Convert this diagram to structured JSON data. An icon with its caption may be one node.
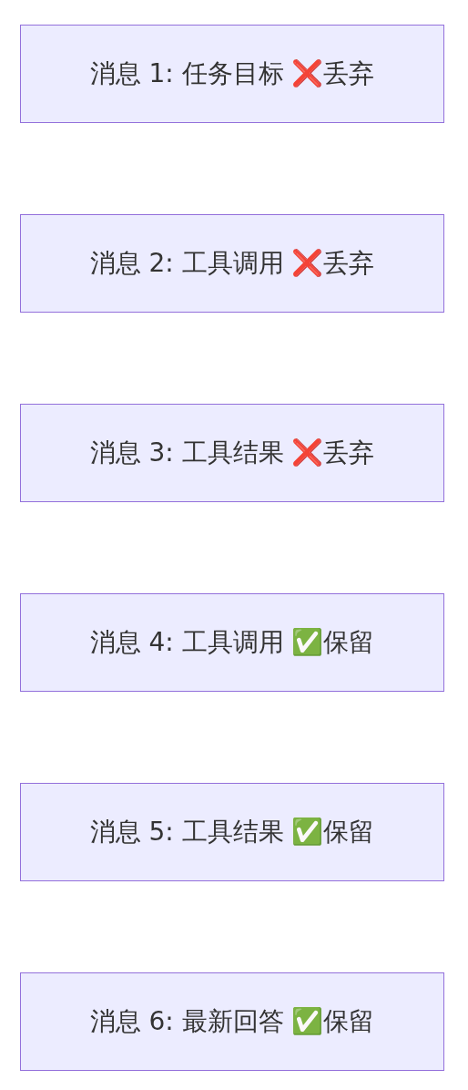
{
  "diagram": {
    "nodes": [
      {
        "text": [
          "消息 1: 任务目标 ❌丢弃"
        ]
      },
      {
        "text": [
          "消息 2: 工具调用 ❌丢弃"
        ]
      },
      {
        "text": [
          "消息 3: 工具结果 ❌丢弃"
        ]
      },
      {
        "text": [
          "消息 4: 工具调用 ✅保留"
        ]
      },
      {
        "text": [
          "消息 5: 工具结果 ✅保留"
        ]
      },
      {
        "text": [
          "消息 6: 最新回答 ✅保留"
        ]
      }
    ]
  }
}
